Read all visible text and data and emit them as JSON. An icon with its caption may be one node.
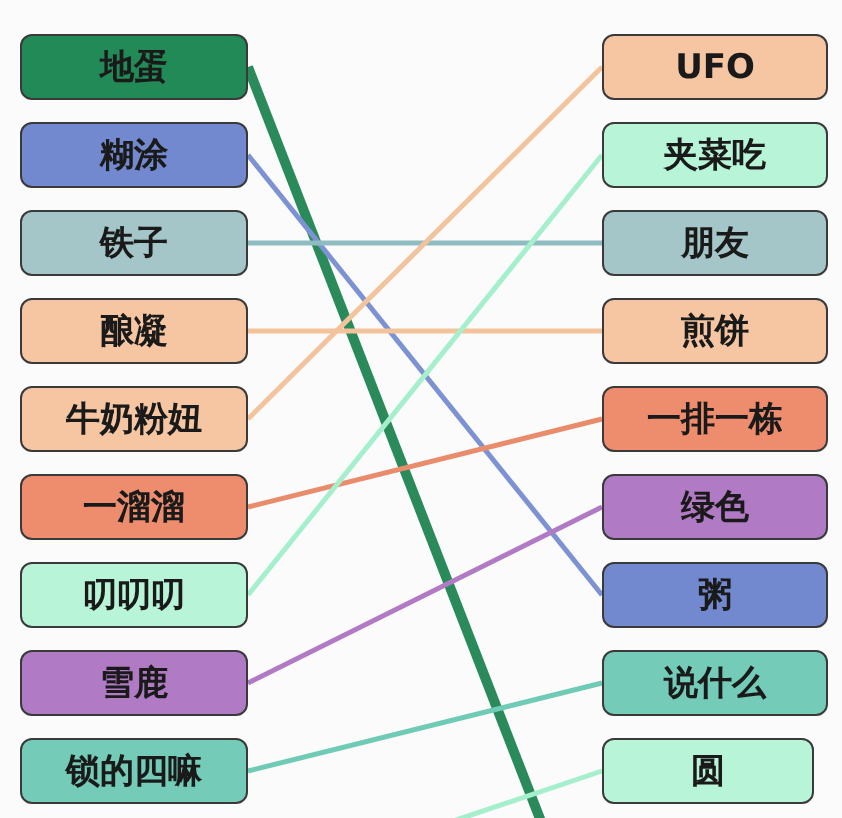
{
  "diagram": {
    "nodes": [
      {
        "text": [
          "地蛋"
        ]
      },
      {
        "text": [
          "糊涂"
        ]
      },
      {
        "text": [
          "铁子"
        ]
      },
      {
        "text": [
          "酿凝"
        ]
      },
      {
        "text": [
          "牛奶粉妞"
        ]
      },
      {
        "text": [
          "一溜溜"
        ]
      },
      {
        "text": [
          "叨叨叨"
        ]
      },
      {
        "text": [
          "雪鹿"
        ]
      },
      {
        "text": [
          "锁的四嘛"
        ]
      },
      {
        "text": [
          "UFO"
        ]
      },
      {
        "text": [
          "夹菜吃"
        ]
      },
      {
        "text": [
          "朋友"
        ]
      },
      {
        "text": [
          "煎饼"
        ]
      },
      {
        "text": [
          "一排一栋"
        ]
      },
      {
        "text": [
          "绿色"
        ]
      },
      {
        "text": [
          "粥"
        ]
      },
      {
        "text": [
          "说什么"
        ]
      },
      {
        "text": [
          "圆"
        ]
      }
    ],
    "edges": [
      {
        "from": 0,
        "to": null,
        "arrow": "none",
        "style": "thick",
        "color": "#2a8a5a"
      },
      {
        "from": 1,
        "to": 15,
        "arrow": "none",
        "color": "#7d92d2"
      },
      {
        "from": 2,
        "to": 11,
        "arrow": "none",
        "color": "#8fbcc0"
      },
      {
        "from": 3,
        "to": 12,
        "arrow": "none",
        "color": "#f3c39c"
      },
      {
        "from": 4,
        "to": 9,
        "arrow": "none",
        "color": "#f3c39c"
      },
      {
        "from": 5,
        "to": 13,
        "arrow": "none",
        "color": "#e98c6c"
      },
      {
        "from": 6,
        "to": 10,
        "arrow": "none",
        "color": "#a5efcc"
      },
      {
        "from": 7,
        "to": 14,
        "arrow": "none",
        "color": "#b07ac4"
      },
      {
        "from": 8,
        "to": 16,
        "arrow": "none",
        "color": "#6fcab6"
      },
      {
        "from": 17,
        "to": null,
        "arrow": "none",
        "color": "#a5efcc"
      }
    ]
  }
}
